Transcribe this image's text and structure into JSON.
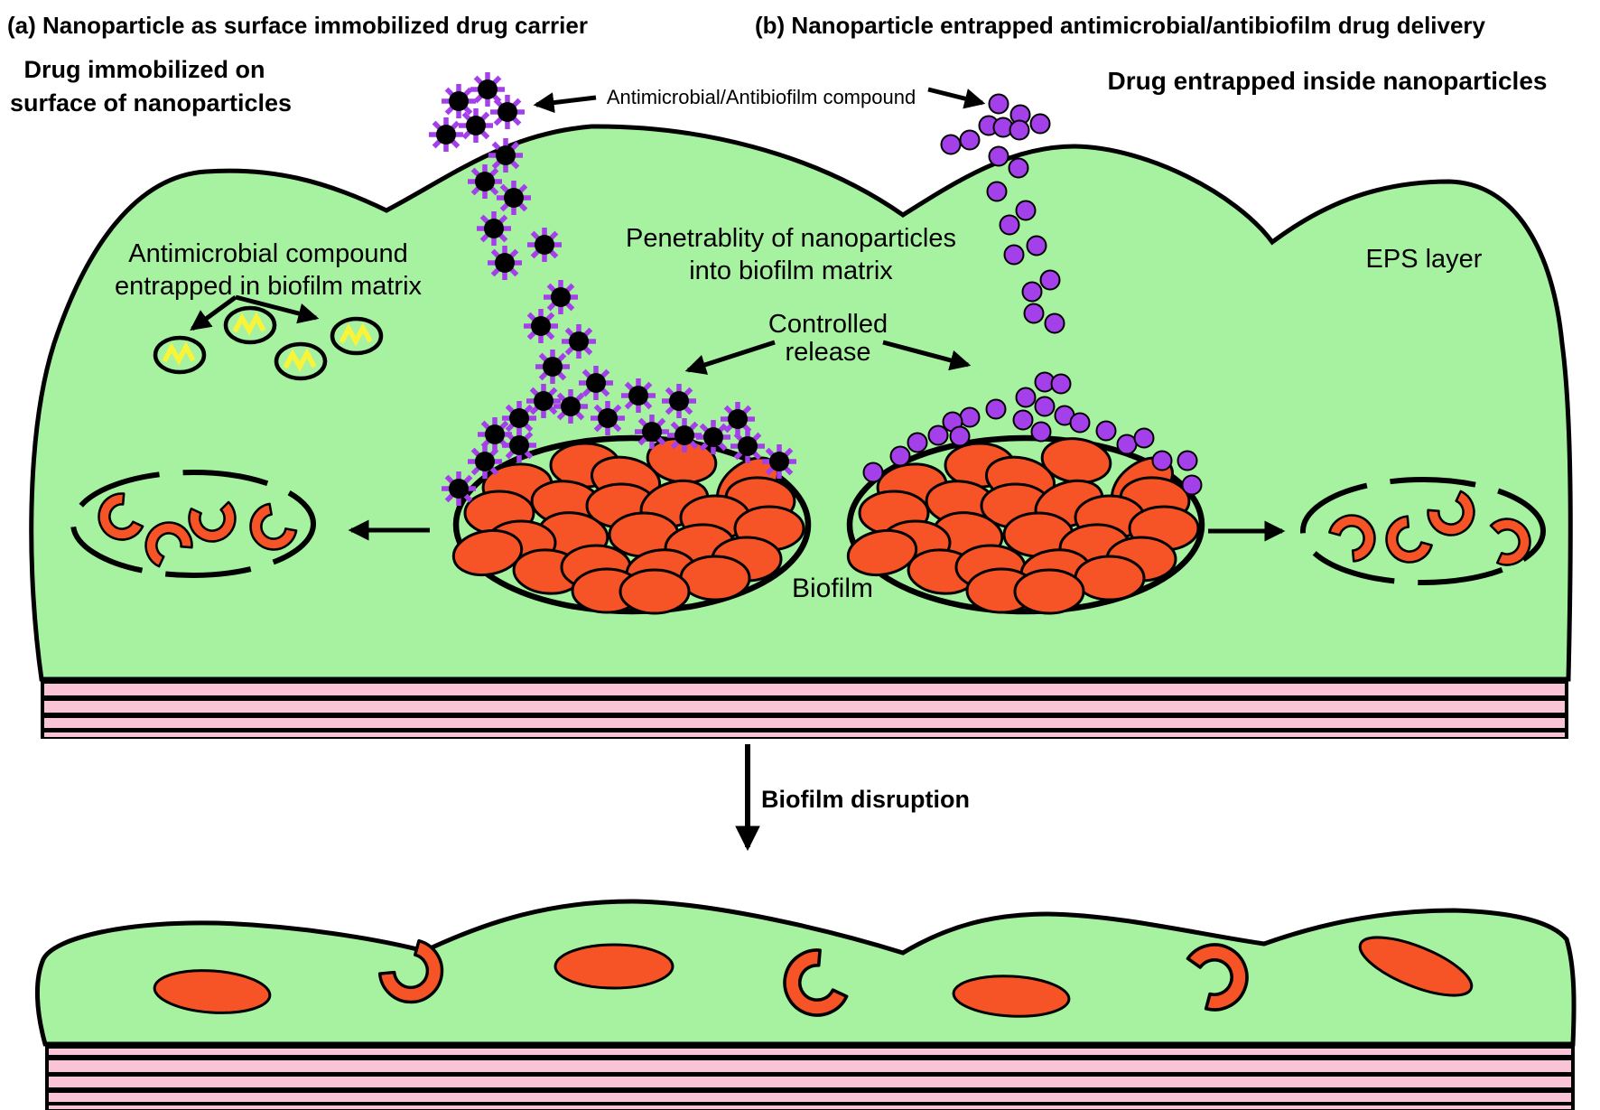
{
  "figure": {
    "panel_a_title": "(a) Nanoparticle as surface immobilized drug carrier",
    "panel_b_title": "(b) Nanoparticle entrapped antimicrobial/antibiofilm drug delivery",
    "labels": {
      "drug_immobilized_line1": "Drug immobilized on",
      "drug_immobilized_line2": "surface of nanoparticles",
      "drug_entrapped": "Drug entrapped inside nanoparticles",
      "antimicrobial_compound_pointer": "Antimicrobial/Antibiofilm compound",
      "entrapped_matrix_line1": "Antimicrobial compound",
      "entrapped_matrix_line2": "entrapped in biofilm matrix",
      "penetrability_line1": "Penetrablity of nanoparticles",
      "penetrability_line2": "into biofilm matrix",
      "controlled_release_line1": "Controlled",
      "controlled_release_line2": "release",
      "eps_layer": "EPS layer",
      "biofilm": "Biofilm",
      "biofilm_disruption": "Biofilm disruption"
    },
    "colors": {
      "eps_green": "#A7F2A1",
      "bacteria_red": "#F65327",
      "nanoparticle_purple": "#A440EA",
      "substrate_pink": "#F9C4D6",
      "compound_yellow": "#F9F438",
      "outline_black": "#000000",
      "background": "#FFFFFF"
    }
  }
}
